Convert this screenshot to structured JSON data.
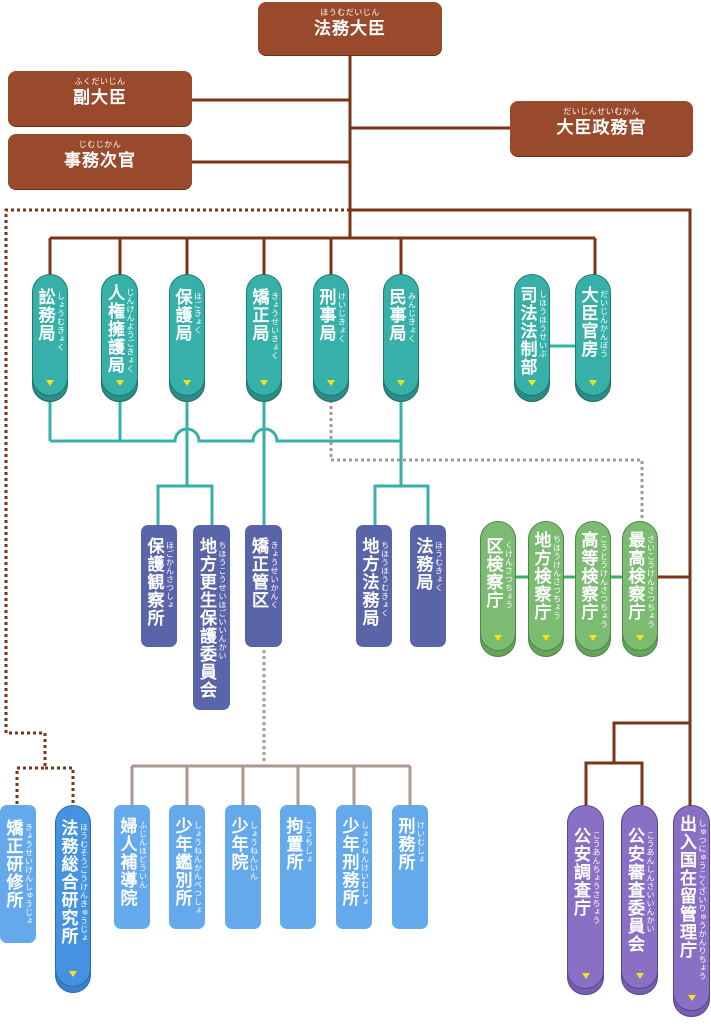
{
  "title": "法務省 組織図",
  "colors": {
    "leadership": "#9a4a2c",
    "line_main": "#7a3416",
    "bureau": "#36b0a8",
    "local_org": "#5a64a8",
    "prosecutors": "#7cbb72",
    "facility": "#64a9ec",
    "research": "#4592e0",
    "external": "#8a70c4",
    "dotted_brown": "#7a3416",
    "dotted_gray": "#a89890",
    "arrow": "#f7e31c"
  },
  "leadership": {
    "minister": {
      "ruby": "ほうむだいじん",
      "name": "法務大臣"
    },
    "vice_minister": {
      "ruby": "ふくだいじん",
      "name": "副大臣"
    },
    "administrative_vice": {
      "ruby": "じむじかん",
      "name": "事務次官"
    },
    "parliamentary_secretary": {
      "ruby": "だいじんせいむかん",
      "name": "大臣政務官"
    }
  },
  "bureaus": [
    {
      "name": "訟務局",
      "ruby": "しょうむきょく"
    },
    {
      "name": "人権擁護局",
      "ruby": "じんけんようごきょく"
    },
    {
      "name": "保護局",
      "ruby": "ほごきょく"
    },
    {
      "name": "矯正局",
      "ruby": "きょうせいきょく"
    },
    {
      "name": "刑事局",
      "ruby": "けいじきょく"
    },
    {
      "name": "民事局",
      "ruby": "みんじきょく"
    },
    {
      "name": "司法法制部",
      "ruby": "しほうほうせいぶ"
    },
    {
      "name": "大臣官房",
      "ruby": "だいじんかんぼう"
    }
  ],
  "local_organs": [
    {
      "name": "保護観察所",
      "ruby": "ほごかんさつしょ"
    },
    {
      "name": "地方更生保護委員会",
      "ruby": "ちほうこうせいほごいいんかい"
    },
    {
      "name": "矯正管区",
      "ruby": "きょうせいかんく"
    },
    {
      "name": "地方法務局",
      "ruby": "ちほうほうむきょく"
    },
    {
      "name": "法務局",
      "ruby": "ほうむきょく"
    }
  ],
  "prosecutors": [
    {
      "name": "区検察庁",
      "ruby": "くけんさつちょう"
    },
    {
      "name": "地方検察庁",
      "ruby": "ちほうけんさつちょう"
    },
    {
      "name": "高等検察庁",
      "ruby": "こうとうけんさつちょう"
    },
    {
      "name": "最高検察庁",
      "ruby": "さいこうけんさつちょう"
    }
  ],
  "research": [
    {
      "name": "矯正研修所",
      "ruby": "きょうせいけんしゅうじょ"
    },
    {
      "name": "法務総合研究所",
      "ruby": "ほうむそうごうけんきゅうじょ"
    }
  ],
  "facilities": [
    {
      "name": "婦人補導院",
      "ruby": "ふじんほどういん"
    },
    {
      "name": "少年鑑別所",
      "ruby": "しょうねんかんべつしょ"
    },
    {
      "name": "少年院",
      "ruby": "しょうねんいん"
    },
    {
      "name": "拘置所",
      "ruby": "こうちしょ"
    },
    {
      "name": "少年刑務所",
      "ruby": "しょうねんけいむしょ"
    },
    {
      "name": "刑務所",
      "ruby": "けいむしょ"
    }
  ],
  "external_agencies": [
    {
      "name": "公安調査庁",
      "ruby": "こうあんちょうさちょう"
    },
    {
      "name": "公安審査委員会",
      "ruby": "こうあんしんさいいんかい"
    },
    {
      "name": "出入国在留管理庁",
      "ruby": "しゅつにゅうこくざいりゅうかんりちょう"
    }
  ]
}
